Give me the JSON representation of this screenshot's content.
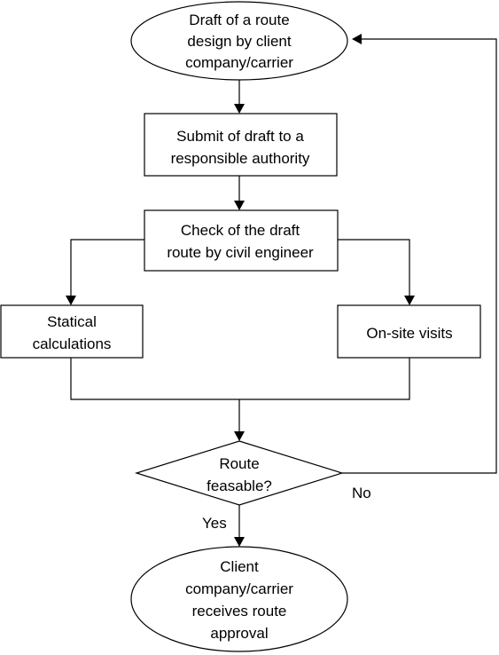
{
  "nodes": {
    "start": {
      "lines": [
        "Draft of a route",
        "design by client",
        "company/carrier"
      ]
    },
    "submit": {
      "lines": [
        "Submit of draft to a",
        "responsible authority"
      ]
    },
    "check": {
      "lines": [
        "Check of the draft",
        "route by civil engineer"
      ]
    },
    "statical": {
      "lines": [
        "Statical",
        "calculations"
      ]
    },
    "onsite": {
      "lines": [
        "On-site visits"
      ]
    },
    "decision": {
      "lines": [
        "Route",
        "feasable?"
      ]
    },
    "end": {
      "lines": [
        "Client",
        "company/carrier",
        "receives route",
        "approval"
      ]
    }
  },
  "edges": {
    "yes_label": "Yes",
    "no_label": "No"
  }
}
